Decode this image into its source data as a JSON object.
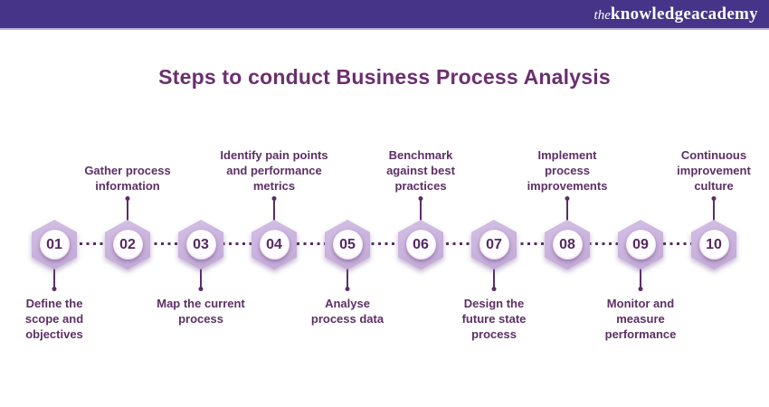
{
  "header": {
    "logo_the": "the",
    "logo_rest": "knowledgeacademy"
  },
  "title": "Steps to conduct Business Process Analysis",
  "colors": {
    "header_bg": "#453488",
    "title_text": "#6b2f70",
    "label_text": "#5d2f66",
    "hexagon_fill": "#c9b2dc",
    "number_text": "#532a60",
    "connector": "#5b2d67",
    "background": "#ffffff"
  },
  "steps": [
    {
      "number": "01",
      "label": "Define the scope and objectives",
      "label_position": "below"
    },
    {
      "number": "02",
      "label": "Gather process information",
      "label_position": "above"
    },
    {
      "number": "03",
      "label": "Map the current process",
      "label_position": "below"
    },
    {
      "number": "04",
      "label": "Identify pain points and performance metrics",
      "label_position": "above"
    },
    {
      "number": "05",
      "label": "Analyse process data",
      "label_position": "below"
    },
    {
      "number": "06",
      "label": "Benchmark against best practices",
      "label_position": "above"
    },
    {
      "number": "07",
      "label": "Design the future state process",
      "label_position": "below"
    },
    {
      "number": "08",
      "label": "Implement process improvements",
      "label_position": "above"
    },
    {
      "number": "09",
      "label": "Monitor and measure performance",
      "label_position": "below"
    },
    {
      "number": "10",
      "label": "Continuous improvement culture",
      "label_position": "above"
    }
  ]
}
